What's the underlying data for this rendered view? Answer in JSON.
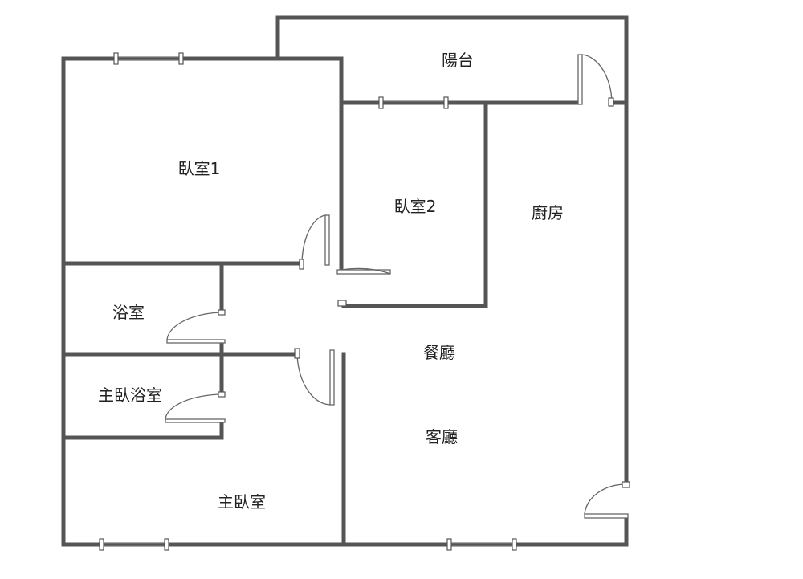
{
  "floorplan": {
    "rooms": {
      "balcony": "陽台",
      "bedroom1": "臥室1",
      "bedroom2": "臥室2",
      "kitchen": "廚房",
      "bathroom": "浴室",
      "dining": "餐廳",
      "master_bath": "主臥浴室",
      "living": "客廳",
      "master_bedroom": "主臥室"
    },
    "colors": {
      "wall": "#555555",
      "background": "#ffffff",
      "text": "#222222"
    }
  }
}
